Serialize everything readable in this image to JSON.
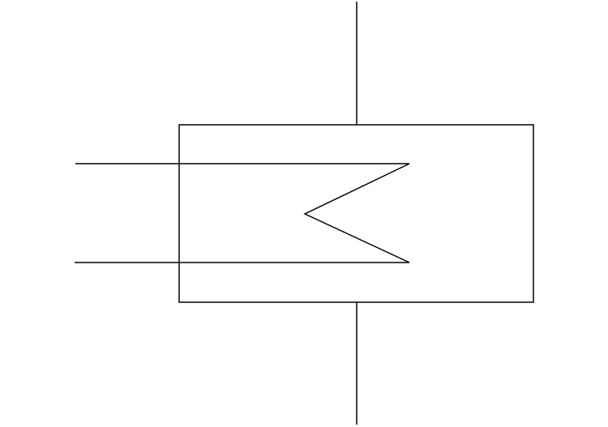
{
  "diagram": {
    "type": "schematic-symbol",
    "symbol": "heat-exchanger-with-internal-coil",
    "colors": {
      "background": "#ffffff",
      "stroke": "#000000"
    },
    "components": [
      {
        "name": "shell",
        "shape": "rectangle"
      },
      {
        "name": "top-pipe",
        "shape": "vertical-line"
      },
      {
        "name": "bottom-pipe",
        "shape": "vertical-line"
      },
      {
        "name": "inlet-line",
        "shape": "horizontal-line"
      },
      {
        "name": "outlet-line",
        "shape": "horizontal-line"
      },
      {
        "name": "coil",
        "shape": "chevron"
      }
    ]
  }
}
